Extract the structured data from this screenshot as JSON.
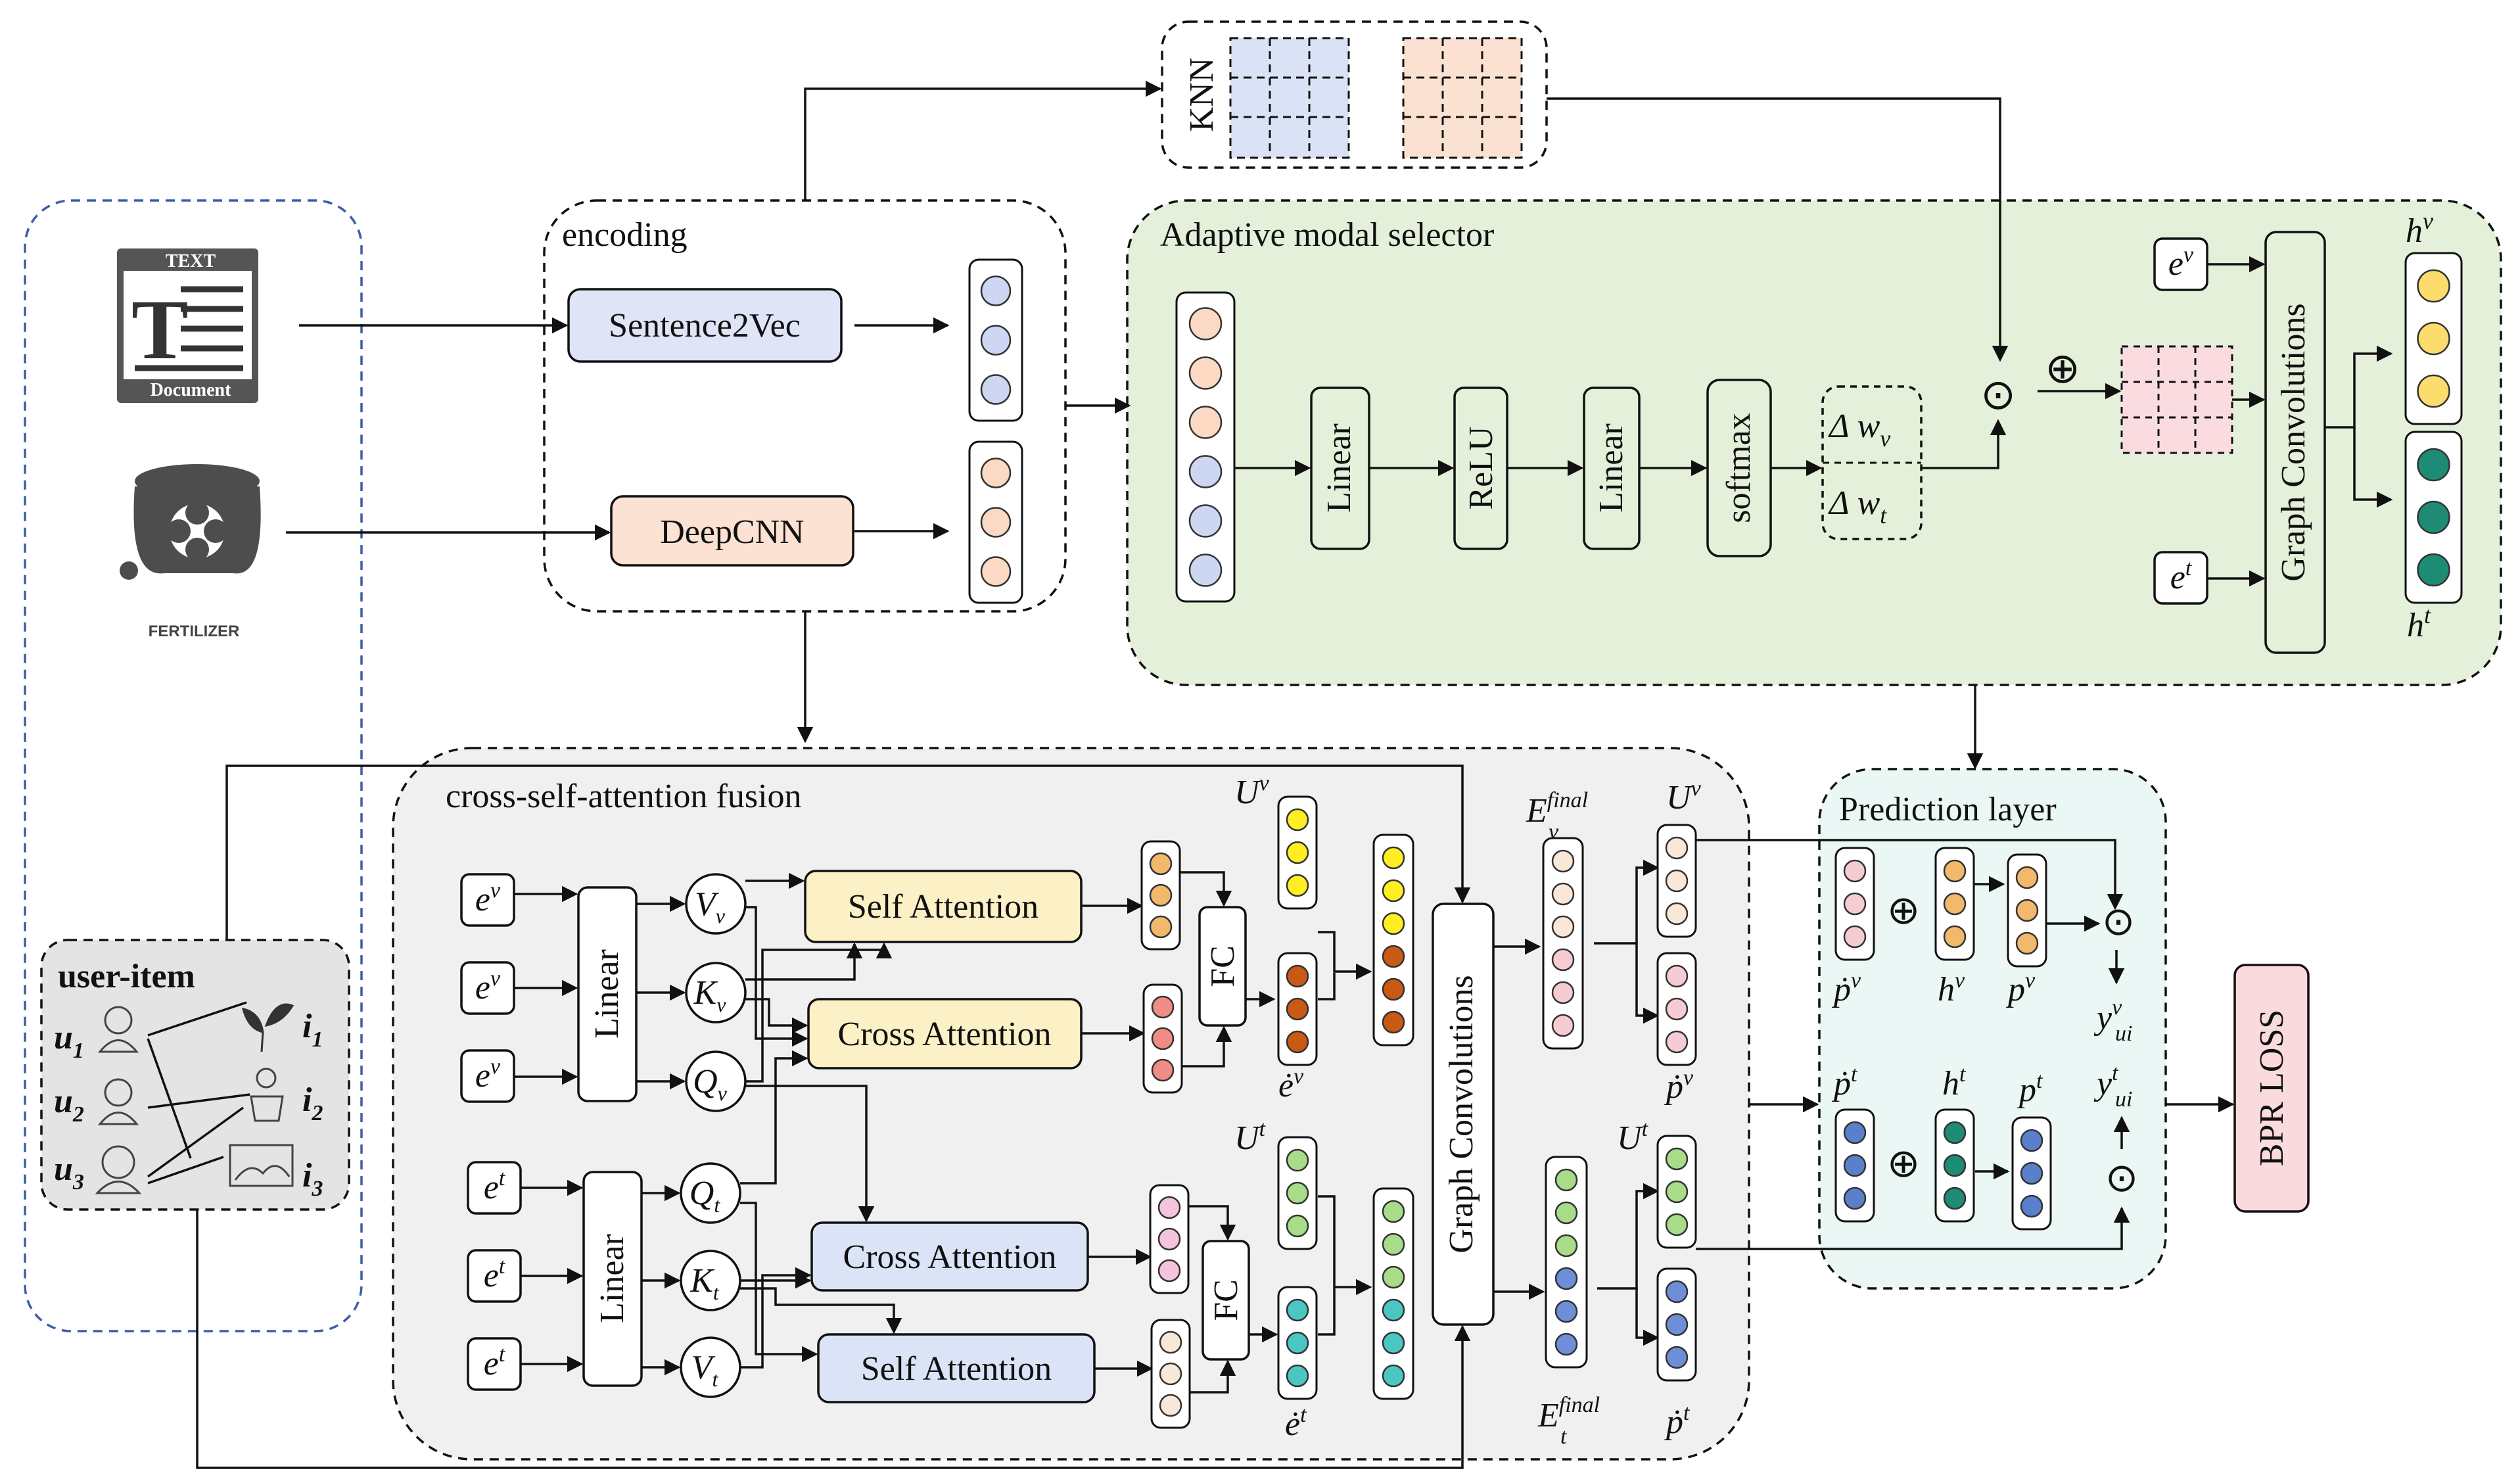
{
  "modules": {
    "encoding": "encoding",
    "adaptive": "Adaptive modal selector",
    "fusion": "cross-self-attention fusion",
    "prediction": "Prediction layer",
    "knn": "KNN"
  },
  "blocks": {
    "sentence2vec": "Sentence2Vec",
    "deepcnn": "DeepCNN",
    "linear": "Linear",
    "relu": "ReLU",
    "softmax": "softmax",
    "graph_conv": "Graph Convolutions",
    "self_attention": "Self  Attention",
    "cross_attention": "Cross Attention",
    "fc": "FC",
    "bpr_loss": "BPR LOSS"
  },
  "icons": {
    "document_top": "TEXT",
    "document_bottom": "Document",
    "fertilizer": "FERTILIZER"
  },
  "user_item": {
    "title": "user-item",
    "users": [
      "u",
      "u",
      "u"
    ],
    "user_subs": [
      "1",
      "2",
      "3"
    ],
    "items": [
      "i",
      "i",
      "i"
    ],
    "item_subs": [
      "1",
      "2",
      "3"
    ]
  },
  "symbols": {
    "e": "e",
    "sup_v": "v",
    "sup_t": "t",
    "V": "V",
    "K": "K",
    "Q": "Q",
    "h": "h",
    "U": "U",
    "E": "E",
    "final": "final",
    "p": "p",
    "pdot": "ṗ",
    "edot": "ė",
    "y": "y",
    "ui": "ui",
    "delta_wv": "Δ w",
    "delta_wt": "Δ w",
    "odot": "⊙",
    "oplus": "⊕"
  },
  "colors": {
    "sentence2vec": "#dfe4f7",
    "deepcnn": "#fbe2d2",
    "adaptive_bg": "#e4f0d9",
    "fusion_bg": "#f0f0f0",
    "prediction_bg": "#eaf7f5",
    "self_att_v": "#fcf0c6",
    "self_att_t": "#dbe3f7",
    "bpr_loss": "#fadadd",
    "knn_blue": "#dae2f5",
    "knn_peach": "#fbe1d1",
    "pink_grid": "#fadbe0",
    "user_item_bg": "#e4e4e4"
  }
}
